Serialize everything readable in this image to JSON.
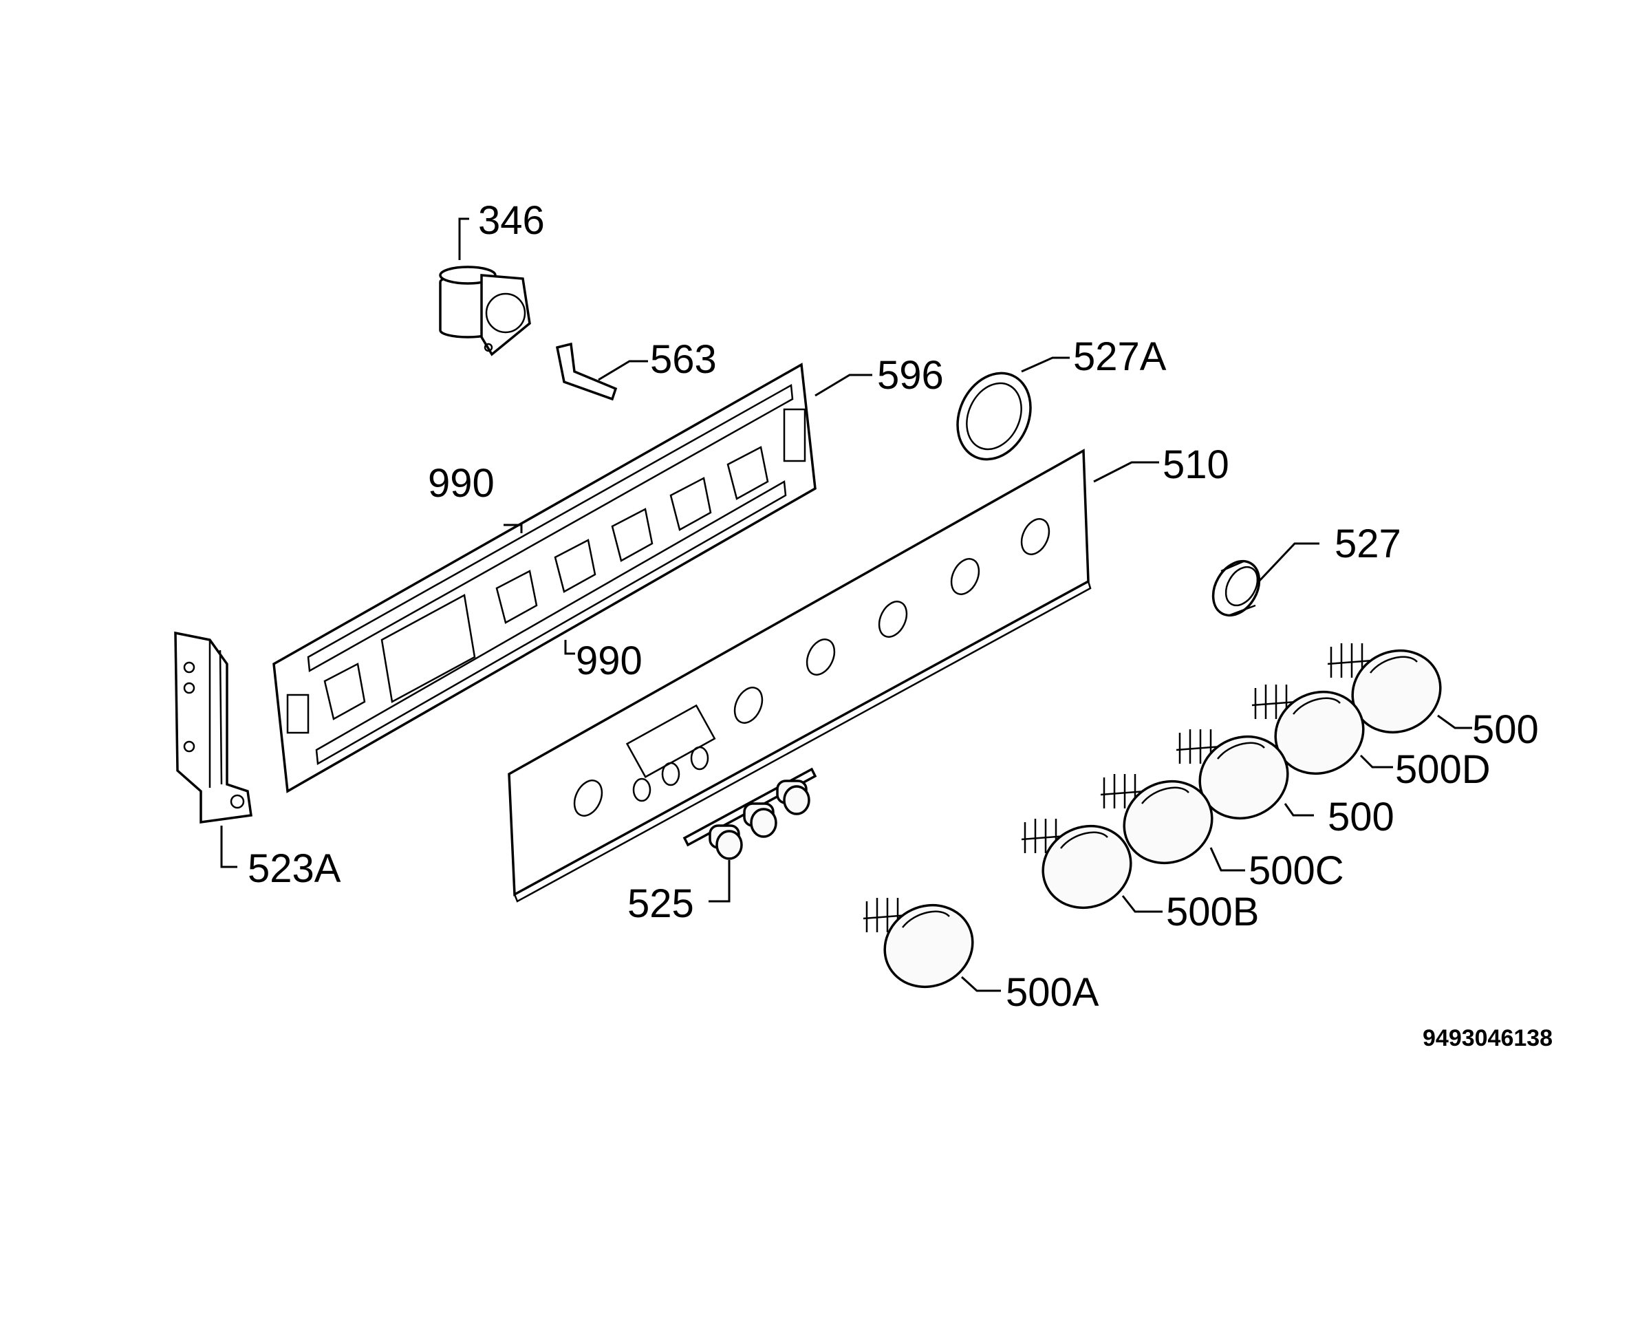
{
  "diagram": {
    "drawing_number": "9493046138",
    "labels": {
      "l346": "346",
      "l563": "563",
      "l596": "596",
      "l527A": "527A",
      "l990a": "990",
      "l990b": "990",
      "l510": "510",
      "l527": "527",
      "l500a": "500",
      "l500D": "500D",
      "l500b": "500",
      "l500C": "500C",
      "l500B": "500B",
      "l500A": "500A",
      "l523A": "523A",
      "l525": "525"
    }
  }
}
